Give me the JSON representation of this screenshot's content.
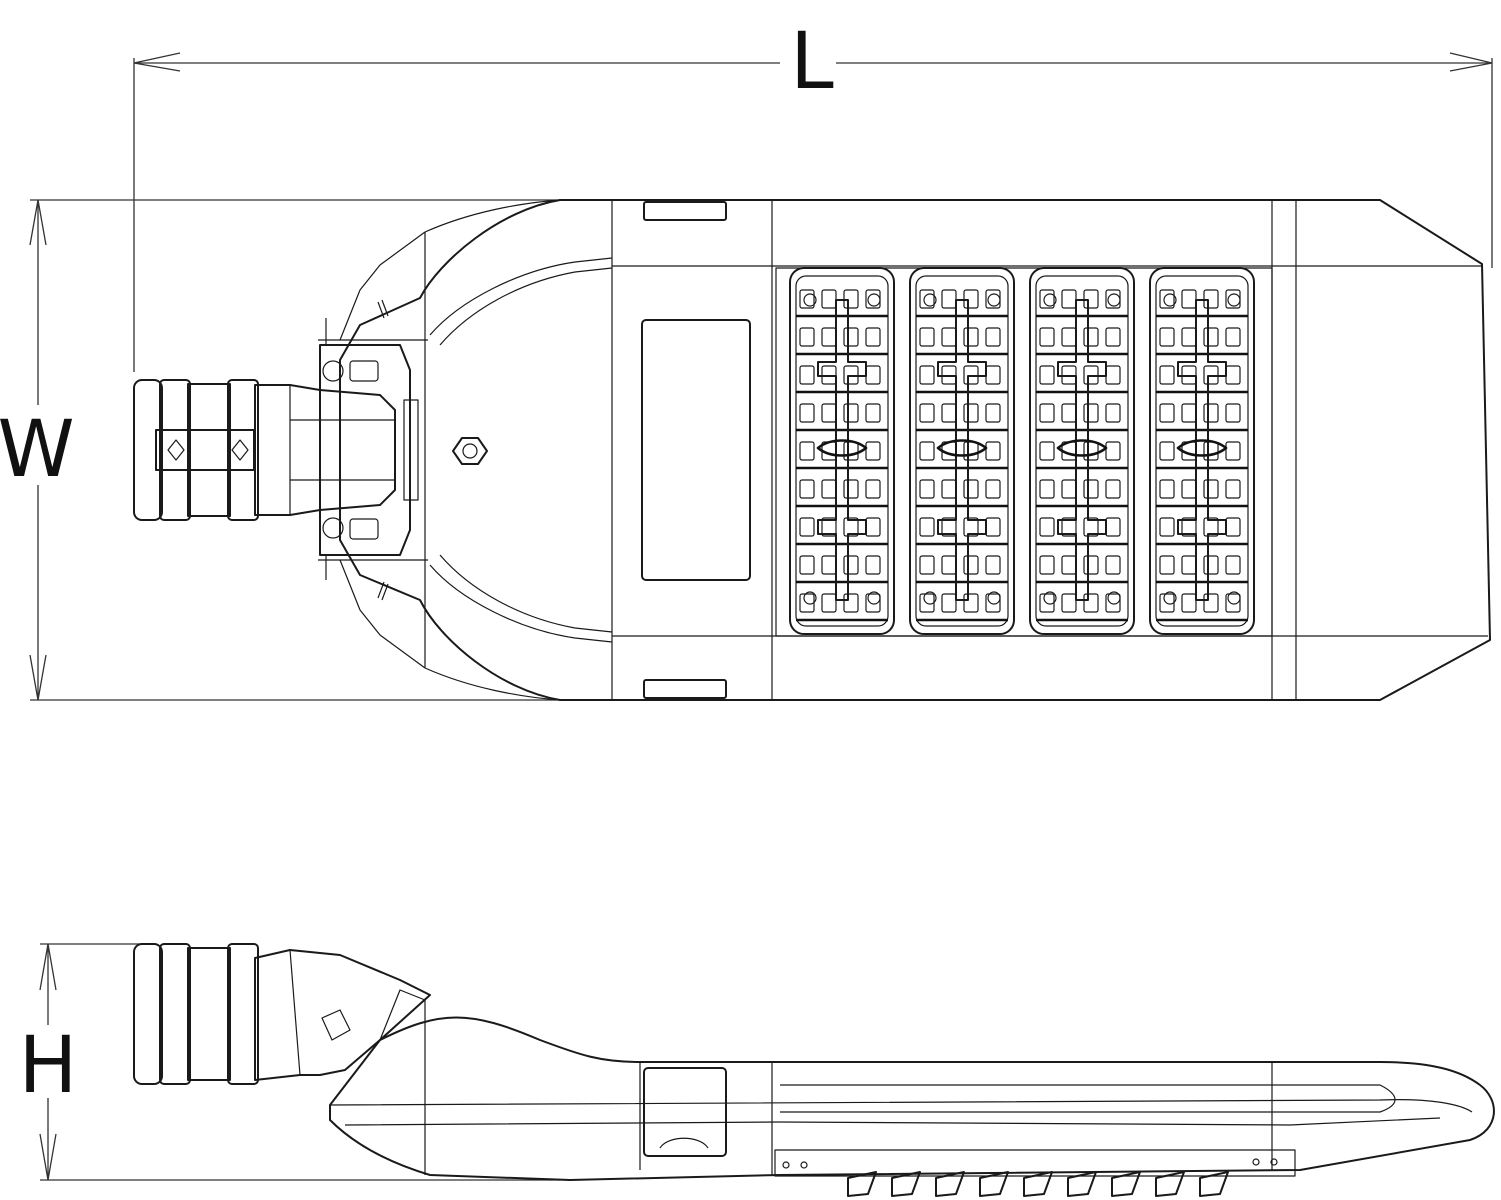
{
  "dimensions": {
    "length_label": "L",
    "width_label": "W",
    "height_label": "H"
  },
  "led_module_count": 4,
  "side_fin_count": 9,
  "colors": {
    "line": "#1a1a1a",
    "background": "#ffffff"
  }
}
